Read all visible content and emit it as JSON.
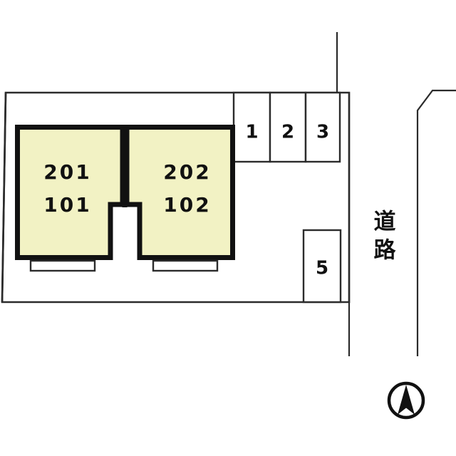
{
  "plan": {
    "type": "site-layout",
    "title": "",
    "background_color": "#ffffff",
    "line_color": "#2b2b2b",
    "wall_color": "#111111",
    "building_fill_color": "#f2f2c4"
  },
  "building": {
    "units": [
      {
        "id": "left-unit",
        "labels": [
          "201",
          "101"
        ],
        "upper_label": "201",
        "lower_label": "101"
      },
      {
        "id": "right-unit",
        "labels": [
          "202",
          "102"
        ],
        "upper_label": "202",
        "lower_label": "102"
      }
    ]
  },
  "parking": {
    "north_row": [
      {
        "number": "1"
      },
      {
        "number": "2"
      },
      {
        "number": "3"
      }
    ],
    "east_stall": {
      "number": "5"
    }
  },
  "road": {
    "label": "道路",
    "label_chars": [
      "道",
      "路"
    ]
  },
  "compass": {
    "icon": "compass-north-arrow",
    "direction": "north"
  }
}
